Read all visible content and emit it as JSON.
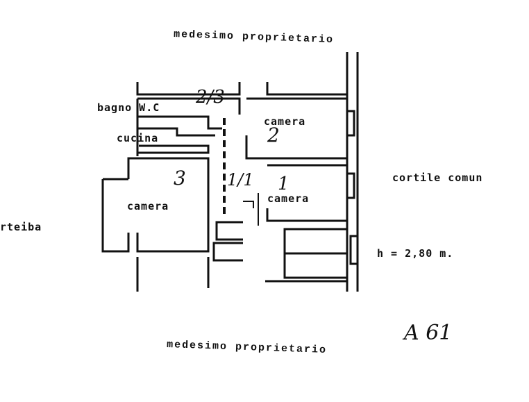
{
  "header": {
    "top_label": "medesimo proprietario"
  },
  "footer": {
    "bottom_label": "medesimo proprietario",
    "sheet_number": "A 61"
  },
  "rooms": {
    "bagno": "bagno W.C",
    "cucina": "cucina",
    "camera_2": "camera",
    "camera_3": "camera",
    "camera_1": "camera"
  },
  "surroundings": {
    "right": "cortile comun",
    "left": "rteiba"
  },
  "height_note": "h = 2,80 m.",
  "handwritten": {
    "bagno_mark": "2/3",
    "camera_2_mark": "2",
    "camera_3_mark": "3",
    "corridor_mark": "1/1",
    "camera_1_mark": "1"
  }
}
